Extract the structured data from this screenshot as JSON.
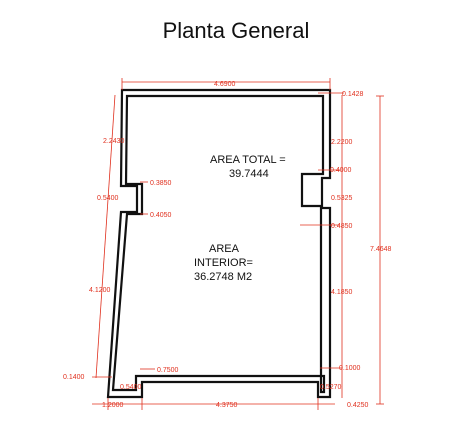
{
  "title": "Planta General",
  "labels": {
    "area_total_label": "AREA TOTAL =",
    "area_total_value": "39.7444",
    "area_interior_label": "AREA",
    "area_interior_label2": "INTERIOR=",
    "area_interior_value": "36.2748 M2"
  },
  "dimensions": {
    "top_width": "4.6900",
    "top_right_gap": "0.1428",
    "left_upper": "2.2430",
    "left_notch_top": "0.3850",
    "left_notch_height": "0.5400",
    "left_notch_depth": "0.4050",
    "left_lower": "4.1200",
    "left_bottom_offset": "0.1400",
    "bottom_notch_width": "0.7500",
    "bottom_notch_height": "0.5400",
    "bottom_left": "1.2000",
    "bottom_main": "4.3750",
    "bottom_right": "0.4250",
    "right_upper": "2.2200",
    "right_notch_top": "0.4000",
    "right_notch_height": "0.5325",
    "right_notch_depth": "0.4850",
    "right_lower": "4.1850",
    "right_bottom_gap": "0.1000",
    "right_bottom_step": "0.5270",
    "overall_height": "7.4648"
  },
  "colors": {
    "dimension": "#e0301e",
    "wall": "#111111"
  }
}
